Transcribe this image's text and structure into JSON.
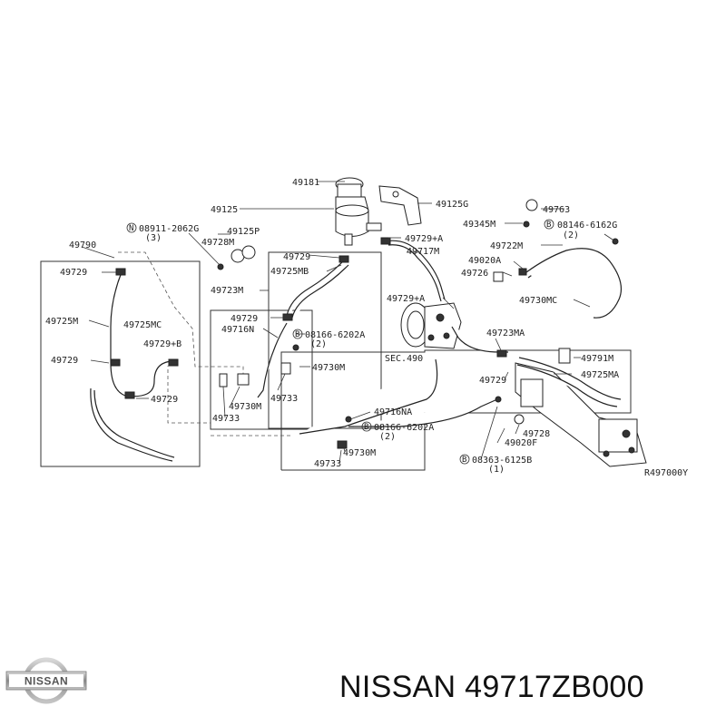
{
  "diagram": {
    "part_labels": {
      "p49181": "49181",
      "p49125": "49125",
      "p49125G": "49125G",
      "p49763": "49763",
      "p08911": "08911-2062G",
      "p08911_qty": "(3)",
      "p49125P": "49125P",
      "p49728M": "49728M",
      "p49729A": "49729+A",
      "p49345M": "49345M",
      "p08146": "08146-6162G",
      "p08146_qty": "(2)",
      "p49790": "49790",
      "p49717M": "49717M",
      "p49722M": "49722M",
      "p49729_a": "49729",
      "p49729_b": "49729",
      "p49725MB": "49725MB",
      "p49020A": "49020A",
      "p49726": "49726",
      "p49723M": "49723M",
      "p49730MC": "49730MC",
      "p49729A2": "49729+A",
      "p49725M": "49725M",
      "p49725MC": "49725MC",
      "p49729_c": "49729",
      "p49716N": "49716N",
      "p08166a": "08166-6202A",
      "p08166a_qty": "(2)",
      "p49729B": "49729+B",
      "p49723MA": "49723MA",
      "p49729_d": "49729",
      "pSEC490": "SEC.490",
      "p49791M": "49791M",
      "p49730M_a": "49730M",
      "p49725MA": "49725MA",
      "p49729_e": "49729",
      "p49729_f": "49729",
      "p49733_a": "49733",
      "p49730M_b": "49730M",
      "p49733_b": "49733",
      "p49716NA": "49716NA",
      "p08166b": "08166-6202A",
      "p08166b_qty": "(2)",
      "p49728": "49728",
      "p49020F": "49020F",
      "p49730M_c": "49730M",
      "p49733_c": "49733",
      "p08363": "08363-6125B",
      "p08363_qty": "(1)",
      "ref_code": "R497000Y"
    }
  },
  "footer": {
    "logo_text": "NISSAN",
    "caption": "NISSAN 49717ZB000"
  }
}
